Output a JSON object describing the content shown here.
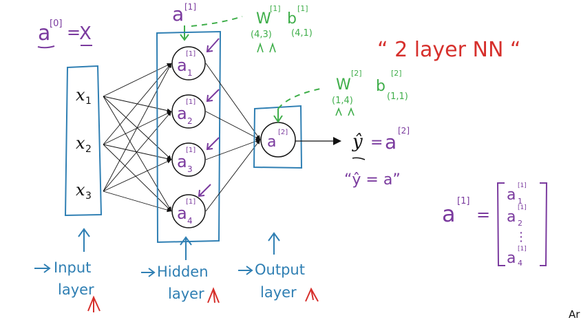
{
  "input": {
    "a0_label": "a",
    "a0_sup": "[0]",
    "equals": "=",
    "x_label": "X",
    "nodes": [
      {
        "base": "x",
        "sub": "1"
      },
      {
        "base": "x",
        "sub": "2"
      },
      {
        "base": "x",
        "sub": "3"
      }
    ],
    "caption_line1": "Input",
    "caption_line2": "layer"
  },
  "hidden": {
    "top_label": "a",
    "top_sup": "[1]",
    "nodes": [
      {
        "base": "a",
        "sup": "[1]",
        "sub": "1"
      },
      {
        "base": "a",
        "sup": "[1]",
        "sub": "2"
      },
      {
        "base": "a",
        "sup": "[1]",
        "sub": "3"
      },
      {
        "base": "a",
        "sup": "[1]",
        "sub": "4"
      }
    ],
    "caption_line1": "Hidden",
    "caption_line2": "layer"
  },
  "params_layer1": {
    "w": "W",
    "w_sup": "[1]",
    "b": "b",
    "b_sup": "[1]",
    "w_shape": "(4,3)",
    "b_shape": "(4,1)"
  },
  "params_layer2": {
    "w": "W",
    "w_sup": "[2]",
    "b": "b",
    "b_sup": "[2]",
    "w_shape": "(1,4)",
    "b_shape": "(1,1)"
  },
  "output": {
    "node": {
      "base": "a",
      "sup": "[2]"
    },
    "yhat": "ŷ",
    "equals": "=",
    "a_label": "a",
    "a_sup": "[2]",
    "quote_eq": "“ŷ = a”",
    "caption_line1": "Output",
    "caption_line2": "layer"
  },
  "title_note": "“ 2 layer NN “",
  "vector": {
    "label": "a",
    "label_sup": "[1]",
    "equals": "=",
    "entries": [
      {
        "base": "a",
        "sup": "[1]",
        "sub": "1"
      },
      {
        "base": "a",
        "sup": "[1]",
        "sub": "2"
      },
      {
        "dots": "⋮"
      },
      {
        "base": "a",
        "sup": "[1]",
        "sub": "4"
      }
    ]
  },
  "corner_text": "Ar",
  "colors": {
    "ink": "#111111",
    "purple": "#7a3a9e",
    "green": "#3fae4a",
    "blue": "#2f7fb3",
    "red": "#d6302c"
  }
}
